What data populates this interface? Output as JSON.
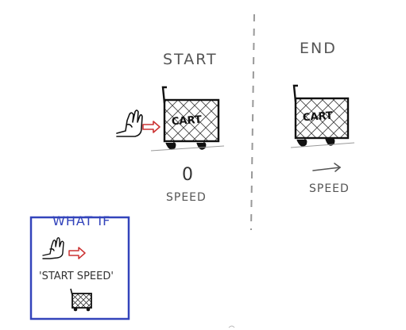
{
  "stages": {
    "start": {
      "label": "START",
      "cart_label": "CART",
      "speed_value": "0",
      "speed_label": "SPEED"
    },
    "end": {
      "label": "END",
      "cart_label": "CART",
      "speed_label": "SPEED"
    }
  },
  "what_if_box": {
    "title": "WHAT IF",
    "caption": "'START SPEED'"
  },
  "icons": {
    "hand": "hand-push-icon",
    "push_arrow": "push-arrow-icon",
    "cart": "shopping-cart-icon",
    "speed_arrow": "speed-arrow-icon"
  },
  "colors": {
    "push_arrow": "#cc3333",
    "what_if_box": "#3344bb",
    "ink": "#111111",
    "divider": "#999999"
  }
}
